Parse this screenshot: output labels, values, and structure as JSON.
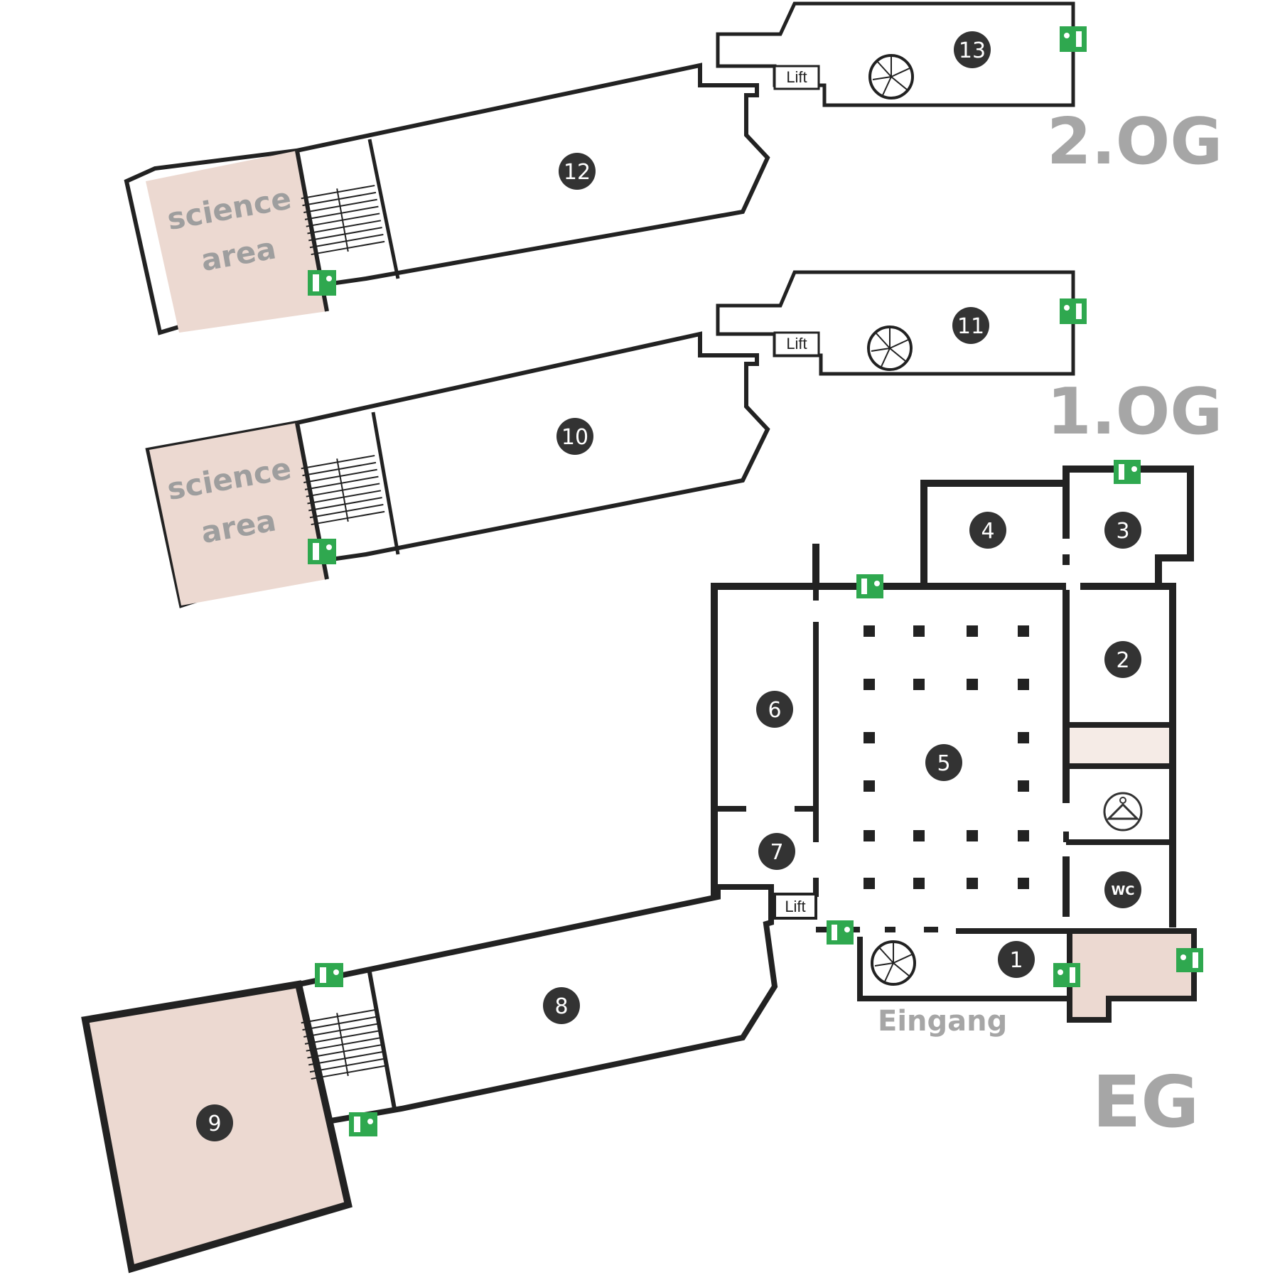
{
  "floor_labels": {
    "og2": "2.OG",
    "og1": "1.OG",
    "eg": "EG"
  },
  "rooms": {
    "r1": "1",
    "r2": "2",
    "r3": "3",
    "r4": "4",
    "r5": "5",
    "r6": "6",
    "r7": "7",
    "r8": "8",
    "r9": "9",
    "r10": "10",
    "r11": "11",
    "r12": "12",
    "r13": "13"
  },
  "lift": "Lift",
  "science_area": {
    "line1": "science",
    "line2": "area"
  },
  "entrance": "Eingang",
  "wc": "WC",
  "colors": {
    "wall": "#222222",
    "highlight": "#ecd9d1",
    "exit_green": "#2fa84f",
    "label_grey": "#a6a6a6"
  },
  "icons": [
    "emergency-exit-icon",
    "spiral-staircase-icon",
    "stairs-icon",
    "cloakroom-icon",
    "wc-icon",
    "lift-icon"
  ]
}
